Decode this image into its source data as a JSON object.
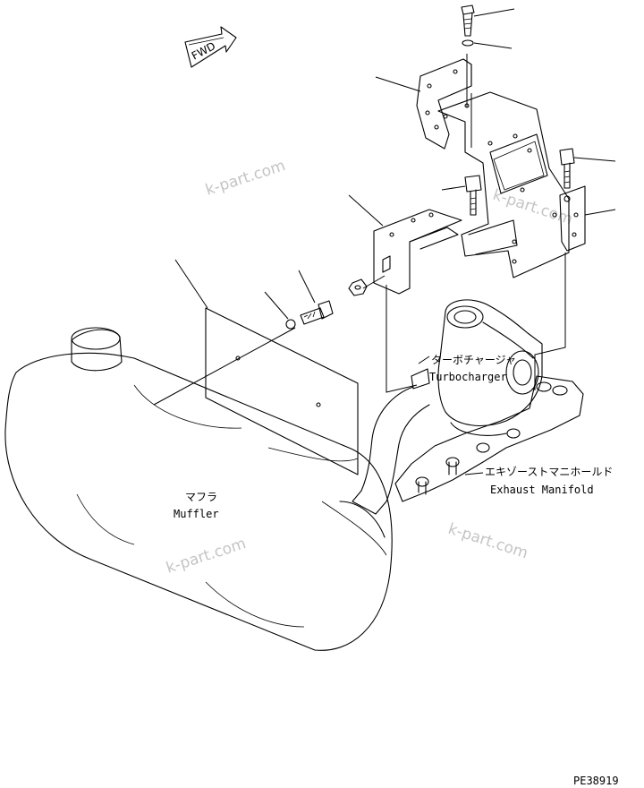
{
  "labels": {
    "turbocharger_jp": "ターボチャージャ",
    "turbocharger_en": "Turbocharger",
    "manifold_jp": "エキゾーストマニホールド",
    "manifold_en": "Exhaust Manifold",
    "muffler_jp": "マフラ",
    "muffler_en": "Muffler"
  },
  "forward_arrow": {
    "label": "FWD"
  },
  "watermarks": [
    "k-part.com",
    "k-part.com",
    "k-part.com",
    "k-part.com"
  ],
  "drawing_number": "PE38919"
}
